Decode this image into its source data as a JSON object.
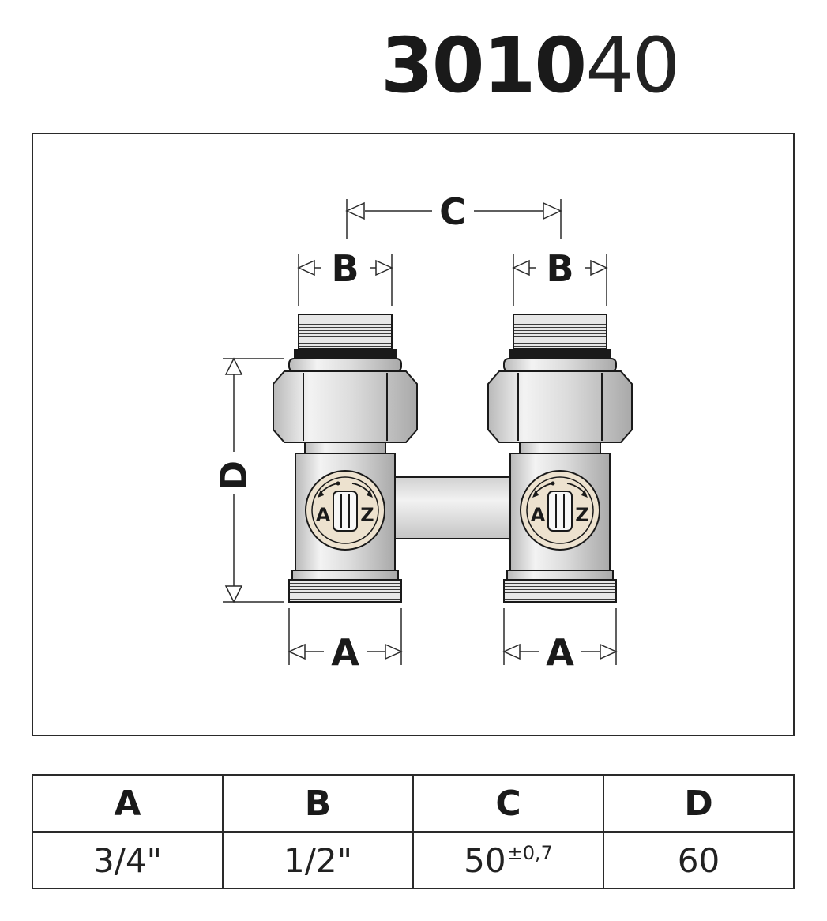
{
  "header": {
    "code_bold": "3010",
    "code_light": "40"
  },
  "drawing": {
    "dim_labels": {
      "a": "A",
      "b": "B",
      "c": "C",
      "d": "D"
    },
    "knob_letters": {
      "left": "A",
      "right": "Z"
    }
  },
  "table": {
    "headers": [
      "A",
      "B",
      "C",
      "D"
    ],
    "values": {
      "a": "3/4\"",
      "b": "1/2\"",
      "c_base": "50",
      "c_tolerance": "±0,7",
      "d": "60"
    }
  }
}
